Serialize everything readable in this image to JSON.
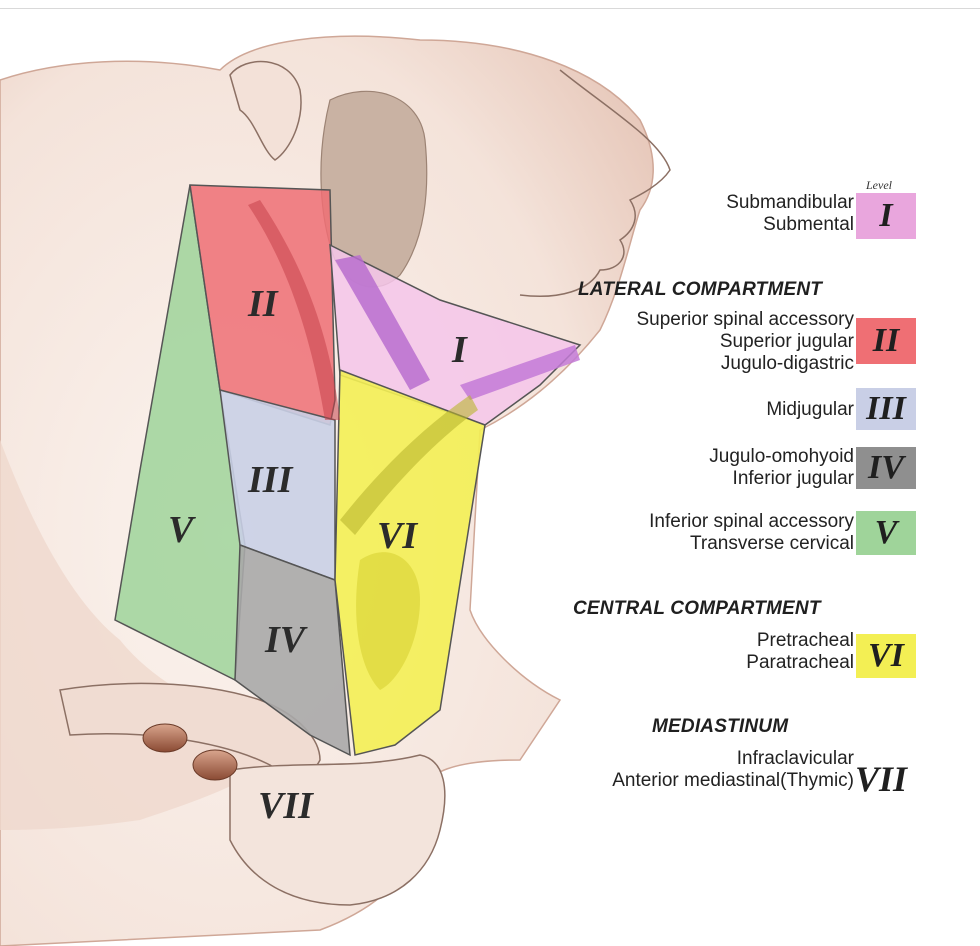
{
  "legend": {
    "level_caption": "Level",
    "level_1": {
      "numeral": "I",
      "lines": [
        "Submandibular",
        "Submental"
      ],
      "color": "#e9a6dd"
    },
    "lateral_heading": "LATERAL COMPARTMENT",
    "level_2": {
      "numeral": "II",
      "lines": [
        "Superior spinal accessory",
        "Superior jugular",
        "Jugulo-digastric"
      ],
      "color": "#ef6f74"
    },
    "level_3": {
      "numeral": "III",
      "lines": [
        "Midjugular"
      ],
      "color": "#c9cfe6"
    },
    "level_4": {
      "numeral": "IV",
      "lines": [
        "Jugulo-omohyoid",
        "Inferior jugular"
      ],
      "color": "#8f8f8f"
    },
    "level_5": {
      "numeral": "V",
      "lines": [
        "Inferior spinal accessory",
        "Transverse cervical"
      ],
      "color": "#9fd49a"
    },
    "central_heading": "CENTRAL COMPARTMENT",
    "level_6": {
      "numeral": "VI",
      "lines": [
        "Pretracheal",
        "Paratracheal"
      ],
      "color": "#f3ef54"
    },
    "mediastinum_heading": "MEDIASTINUM",
    "level_7": {
      "numeral": "VII",
      "lines": [
        "Infraclavicular",
        "Anterior mediastinal(Thymic)"
      ]
    }
  },
  "zones": {
    "I": "I",
    "II": "II",
    "III": "III",
    "IV": "IV",
    "V": "V",
    "VI": "VI",
    "VII": "VII"
  },
  "colors": {
    "skin": "#f6e9e2",
    "skin_shadow": "#e8cbbf",
    "outline": "#6e5a52",
    "gland": "#c9b2a3"
  }
}
